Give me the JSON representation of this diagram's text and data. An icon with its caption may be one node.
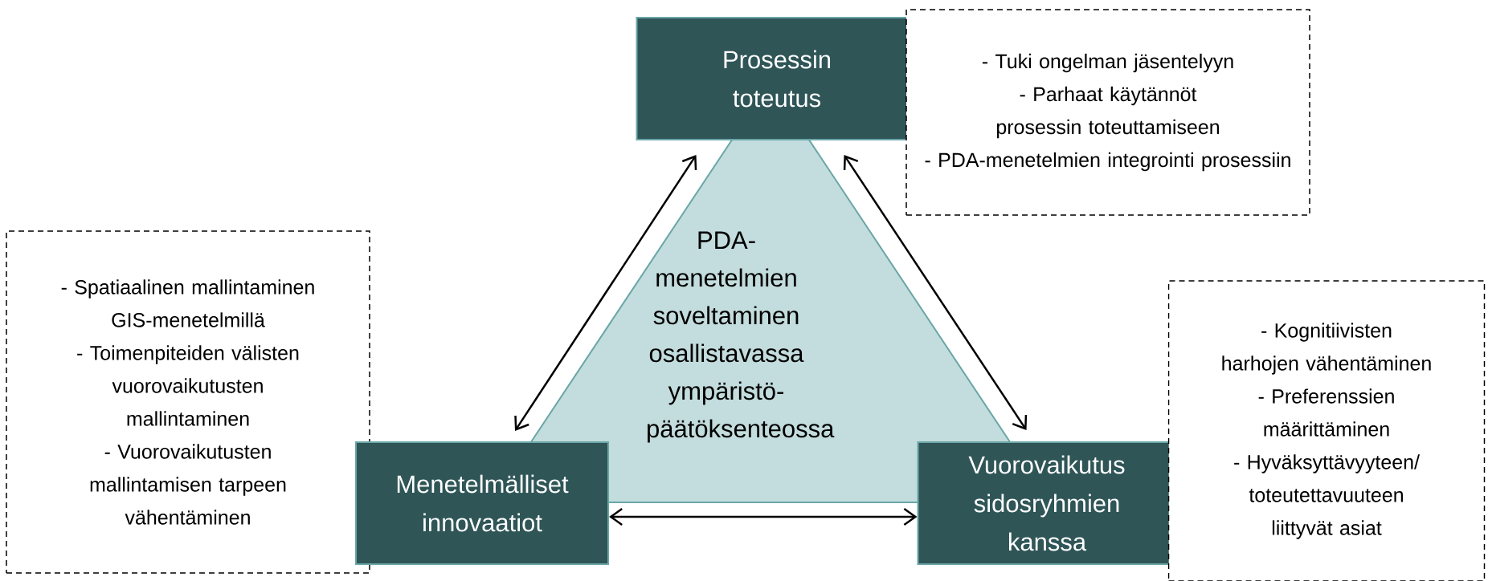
{
  "diagram": {
    "nodes": [
      {
        "text": [
          "Prosessin toteutus"
        ]
      },
      {
        "text": [
          "- Tuki ongelman jäsentelyyn",
          "- Parhaat käytännöt prosessin toteuttamiseen",
          "- PDA-menetelmien integrointi prosessiin"
        ]
      },
      {
        "text": [
          "PDA-menetelmien soveltaminen osallistavassa ympäristö-päätöksenteossa"
        ]
      },
      {
        "text": [
          "- Spatiaalinen mallintaminen GIS-menetelmillä",
          "- Toimenpiteiden välisten vuorovaikutusten mallintaminen",
          "- Vuorovaikutusten mallintamisen tarpeen vähentäminen"
        ]
      },
      {
        "text": [
          "Menetelmälliset innovaatiot"
        ]
      },
      {
        "text": [
          "Vuorovaikutus sidosryhmien kanssa"
        ]
      },
      {
        "text": [
          "- Kognitiivisten harhojen vähentäminen",
          "- Preferenssien määrittäminen",
          "- Hyväksyttävyyteen/ toteutettavuuteen liittyvät asiat"
        ]
      }
    ],
    "edges": [
      {
        "from": 0,
        "to": 4,
        "arrow": "both"
      },
      {
        "from": 0,
        "to": 5,
        "arrow": "both"
      },
      {
        "from": 4,
        "to": 5,
        "arrow": "both"
      }
    ]
  }
}
